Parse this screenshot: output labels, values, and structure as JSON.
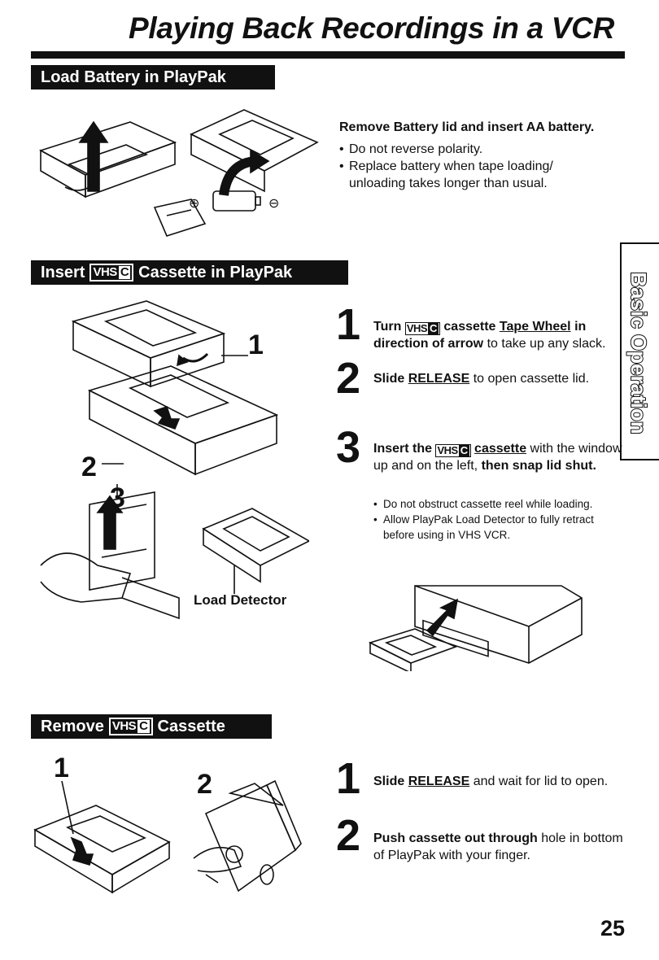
{
  "title": "Playing Back Recordings in a VCR",
  "side_tab": "Basic Operation",
  "page_number": "25",
  "logo": {
    "vhs": "VHS",
    "c": "C"
  },
  "section1": {
    "header": "Load Battery in PlayPak",
    "heading": "Remove Battery lid and insert AA battery.",
    "bullets": [
      "Do not reverse polarity.",
      "Replace battery when tape loading/ unloading takes longer than usual."
    ],
    "polarity_plus": "⊕",
    "polarity_minus": "⊖"
  },
  "section2": {
    "header_pre": "Insert",
    "header_post": "Cassette in PlayPak",
    "fig_labels": {
      "one": "1",
      "two": "2",
      "three": "3",
      "load_detector": "Load Detector"
    },
    "steps": [
      {
        "num": "1",
        "t1": "Turn",
        "t2": "cassette",
        "t3": "Tape Wheel",
        "t4": "in direction of arrow",
        "t5": "to take up any slack."
      },
      {
        "num": "2",
        "t1": "Slide",
        "t2": "RELEASE",
        "t3": "to open cassette lid."
      },
      {
        "num": "3",
        "t1": "Insert the",
        "t2": "cassette",
        "t3": "with the window up and on the left,",
        "t4": "then snap lid shut."
      }
    ],
    "bullets": [
      "Do not obstruct cassette reel while loading.",
      "Allow PlayPak Load Detector to fully retract before using in VHS VCR."
    ]
  },
  "section3": {
    "header_pre": "Remove",
    "header_post": "Cassette",
    "fig_labels": {
      "one": "1",
      "two": "2"
    },
    "steps": [
      {
        "num": "1",
        "t1": "Slide",
        "t2": "RELEASE",
        "t3": "and wait for lid to open."
      },
      {
        "num": "2",
        "t1": "Push cassette out through",
        "t2": "hole in bottom of PlayPak with your finger."
      }
    ]
  }
}
